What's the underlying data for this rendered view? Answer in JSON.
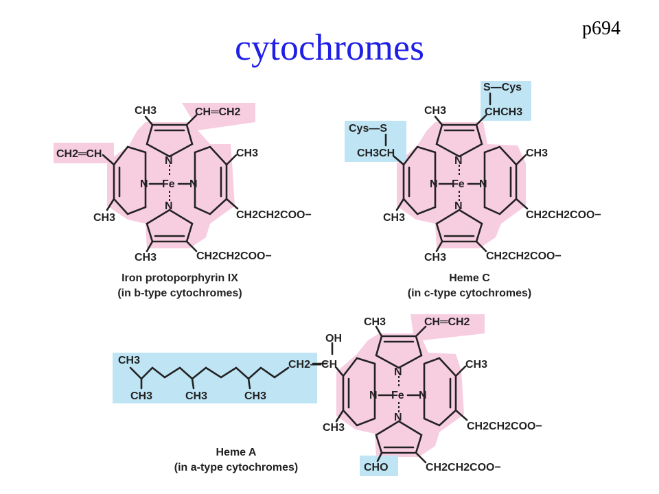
{
  "header": {
    "title": "cytochromes",
    "page_ref": "p694"
  },
  "structures": [
    {
      "name": "Iron protoporphyrin IX",
      "caption_line2": "(in b-type cytochromes)",
      "center_label": "Fe",
      "substituents": {
        "top_left": "CH3",
        "top_right": "CH═CH2",
        "left_upper": "CH2═CH",
        "right_upper": "CH3",
        "left_lower": "CH3",
        "right_lower": "CH2CH2COO−",
        "bottom_left": "CH3",
        "bottom_right": "CH2CH2COO−"
      }
    },
    {
      "name": "Heme C",
      "caption_line2": "(in c-type cytochromes)",
      "center_label": "Fe",
      "substituents": {
        "top_left": "CH3",
        "top_right": "CHCH3",
        "top_right_link": "S—Cys",
        "left_upper": "CH3CH",
        "left_upper_link": "Cys—S",
        "right_upper": "CH3",
        "left_lower": "CH3",
        "right_lower": "CH2CH2COO−",
        "bottom_left": "CH3",
        "bottom_right": "CH2CH2COO−"
      }
    },
    {
      "name": "Heme A",
      "caption_line2": "(in a-type cytochromes)",
      "center_label": "Fe",
      "substituents": {
        "top_left": "CH3",
        "top_right": "CH═CH2",
        "hydroxyl": "OH",
        "side_chain_link": "CH2—CH",
        "side_chain_methyls": [
          "CH3",
          "CH3",
          "CH3",
          "CH3"
        ],
        "right_upper": "CH3",
        "left_lower": "CH3",
        "right_lower": "CH2CH2COO−",
        "bottom_left": "CHO",
        "bottom_right": "CH2CH2COO−"
      }
    }
  ],
  "colors": {
    "title": "#1f1fe6",
    "highlight_pink": "#f7cde0",
    "highlight_blue": "#bfe5f5"
  }
}
